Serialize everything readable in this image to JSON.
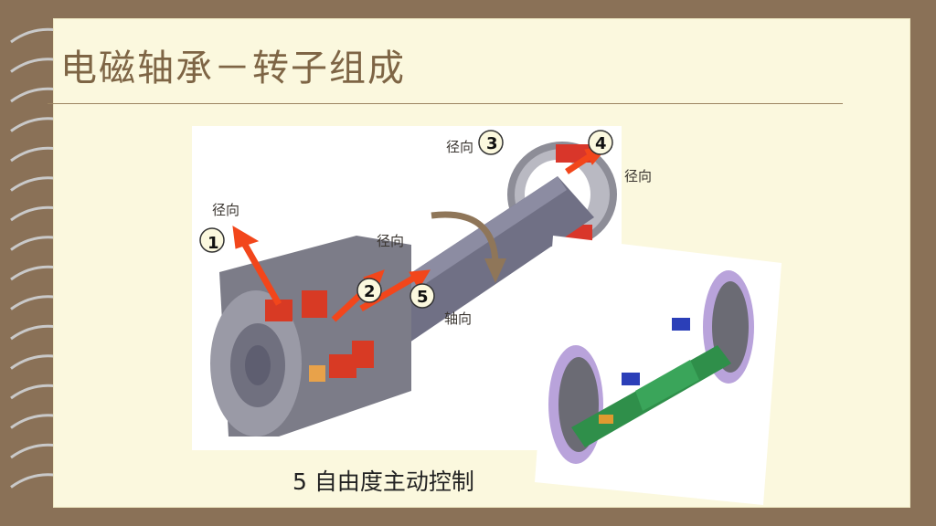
{
  "slide": {
    "title": "电磁轴承－转子组成",
    "caption": "5 自由度主动控制"
  },
  "labels": {
    "radial_top_left": "径向",
    "radial_top_right": "径向",
    "radial_middle": "径向",
    "radial_right": "径向",
    "axial": "轴向"
  },
  "markers": [
    "1",
    "2",
    "3",
    "4",
    "5"
  ],
  "colors": {
    "frame": "#8a7157",
    "paper": "#fbf8de",
    "title": "#7e6545",
    "arrow": "#f2461b",
    "coil": "#d83a24",
    "shaft": "#6c6c84"
  },
  "icons": {
    "spiral_binding": "spiral-binding-icon",
    "rotation_arrow": "curved-arrow-icon"
  }
}
